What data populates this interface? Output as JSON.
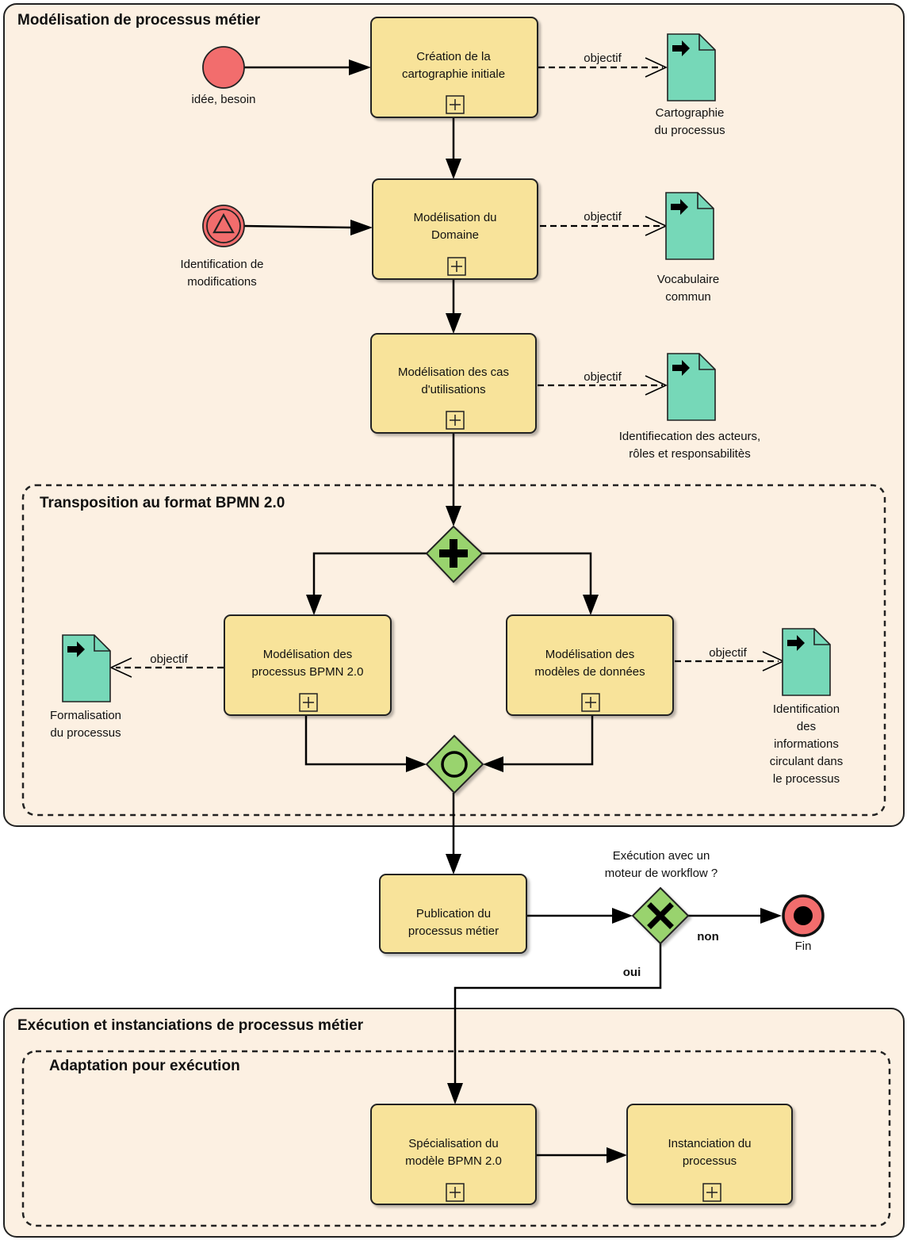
{
  "pools": {
    "top": {
      "title": "Modélisation de processus métier"
    },
    "bottom": {
      "title": "Exécution et instanciations de processus métier"
    }
  },
  "subprocesses": {
    "bpmn": {
      "title": "Transposition au format BPMN 2.0"
    },
    "exec": {
      "title": "Adaptation pour exécution"
    }
  },
  "events": {
    "start": {
      "label": "idée, besoin"
    },
    "signal": {
      "label_l1": "Identification de",
      "label_l2": "modifications"
    },
    "end": {
      "label": "Fin"
    }
  },
  "tasks": {
    "carto": {
      "l1": "Création de la",
      "l2": "cartographie initiale"
    },
    "domaine": {
      "l1": "Modélisation du",
      "l2": "Domaine"
    },
    "cas": {
      "l1": "Modélisation des cas",
      "l2": "d'utilisations"
    },
    "proc_bpmn": {
      "l1": "Modélisation des",
      "l2": "processus BPMN 2.0"
    },
    "donnees": {
      "l1": "Modélisation des",
      "l2": "modèles de données"
    },
    "publication": {
      "l1": "Publication du",
      "l2": "processus métier"
    },
    "specialisation": {
      "l1": "Spécialisation du",
      "l2": "modèle BPMN 2.0"
    },
    "instanciation": {
      "l1": "Instanciation du",
      "l2": "processus"
    }
  },
  "artifacts": {
    "carto": {
      "l1": "Cartographie",
      "l2": "du processus"
    },
    "vocab": {
      "l1": "Vocabulaire",
      "l2": "commun"
    },
    "acteurs": {
      "l1": "Identifiecation des acteurs,",
      "l2": "rôles et responsabilitès"
    },
    "formalisation": {
      "l1": "Formalisation",
      "l2": "du processus"
    },
    "infos": {
      "l1": "Identification",
      "l2": "des",
      "l3": "informations",
      "l4": "circulant dans",
      "l5": "le processus"
    }
  },
  "associations": {
    "a1": "objectif",
    "a2": "objectif",
    "a3": "objectif",
    "a4": "objectif",
    "a5": "objectif"
  },
  "gateway": {
    "question_l1": "Exécution avec un",
    "question_l2": "moteur de workflow ?",
    "no": "non",
    "yes": "oui"
  },
  "colors": {
    "pool_fill": "#fcf0e2",
    "task_fill": "#f8e39a",
    "artifact_fill": "#76d8b8",
    "gateway_fill": "#99d36e",
    "event_fill": "#f26d6d"
  }
}
